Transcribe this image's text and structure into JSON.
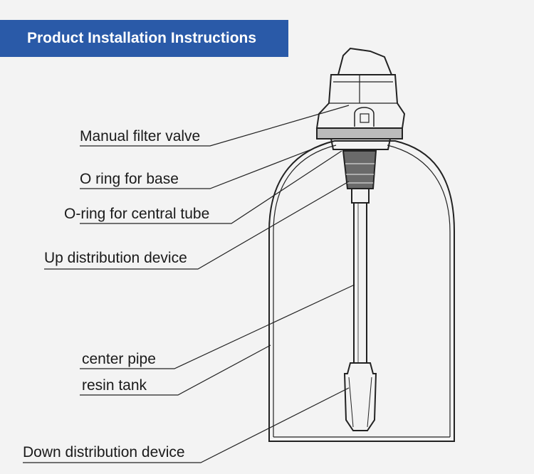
{
  "header": {
    "title": "Product Installation Instructions"
  },
  "labels": {
    "manual_filter_valve": "Manual filter valve",
    "o_ring_base": "O ring for base",
    "o_ring_tube": "O-ring for central tube",
    "up_distribution": "Up distribution device",
    "center_pipe": "center pipe",
    "resin_tank": "resin tank",
    "down_distribution": "Down distribution device"
  },
  "colors": {
    "banner": "#2a5aa8",
    "line": "#222222",
    "background": "#f3f3f3"
  }
}
